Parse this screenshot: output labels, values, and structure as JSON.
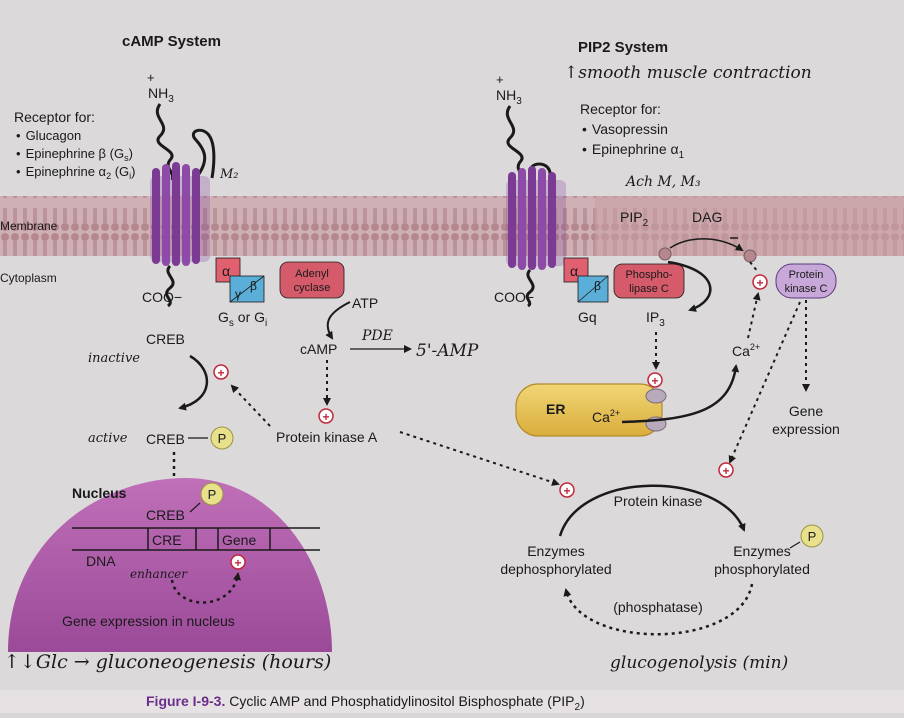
{
  "camp_system": {
    "title": "cAMP System",
    "nh3_plus": "+",
    "nh3": "NH",
    "nh3_sub": "3",
    "receptor_for": "Receptor for:",
    "receptors": [
      {
        "bullet": "•",
        "text": "Glucagon",
        "sub": ""
      },
      {
        "bullet": "•",
        "text": "Epinephrine β (G",
        "sub": "s",
        "tail": ")"
      },
      {
        "bullet": "•",
        "text": "Epinephrine α",
        "sub": "2",
        "tail": " (G",
        "sub2": "i",
        "tail2": ")"
      }
    ],
    "membrane_label": "Membrane",
    "cytoplasm_label": "Cytoplasm",
    "coo": "COO−",
    "alpha": "α",
    "beta": "β",
    "gamma": "γ",
    "g_label": "G",
    "g_s": "s",
    "g_or": " or G",
    "g_i": "i",
    "adenyl_cyclase": [
      "Adenyl",
      "cyclase"
    ],
    "atp": "ATP",
    "camp": "cAMP",
    "creb": "CREB",
    "creb_active": "CREB",
    "p": "P",
    "plus": "+",
    "protein_kinase_a": "Protein kinase A",
    "nucleus": "Nucleus",
    "creb_nucleus": "CREB",
    "cre": "CRE",
    "gene": "Gene",
    "dna": "DNA",
    "gene_expression_nucleus": "Gene expression in nucleus"
  },
  "pip2_system": {
    "title": "PIP2 System",
    "nh3_plus": "+",
    "nh3": "NH",
    "nh3_sub": "3",
    "receptor_for": "Receptor for:",
    "receptors": [
      {
        "bullet": "•",
        "text": "Vasopressin",
        "sub": ""
      },
      {
        "bullet": "•",
        "text": "Epinephrine α",
        "sub": "1"
      }
    ],
    "pip": "PIP",
    "pip_sub": "2",
    "dag": "DAG",
    "coo": "COO−",
    "alpha": "α",
    "beta": "β",
    "gq": "Gq",
    "phospholipase_c": [
      "Phospho-",
      "lipase C"
    ],
    "ip3": "IP",
    "ip3_sub": "3",
    "ca": "Ca",
    "ca_sup": "2+",
    "er": "ER",
    "protein_kinase_c": [
      "Protein",
      "kinase C"
    ],
    "gene_expression": [
      "Gene",
      "expression"
    ],
    "protein_kinase": "Protein kinase",
    "enzymes_dephos": [
      "Enzymes",
      "dephosphorylated"
    ],
    "enzymes_phos": [
      "Enzymes",
      "phosphorylated"
    ],
    "phosphatase": "(phosphatase)"
  },
  "handwritten": {
    "m2": "M₂",
    "smooth_muscle": "↑smooth muscle contraction",
    "ach": "Ach M, M₃",
    "pde": "PDE",
    "five_amp": "5'-AMP",
    "inactive": "inactive",
    "active": "active",
    "enhancer": "enhancer",
    "gluconeogenesis": "↑↓Glc → gluconeogenesis (hours)",
    "glycogenolysis": "glucogenolysis (min)"
  },
  "caption": {
    "label": "Figure I-9-3.",
    "text": " Cyclic AMP and Phosphatidylinositol Bisphosphate (PIP",
    "sub": "2",
    "close": ")"
  },
  "colors": {
    "background": "#d9d6d8",
    "membrane": "#c49ca0",
    "receptor": "#7b3a94",
    "alpha": "#e06070",
    "beta": "#5aaed8",
    "adenyl": "#d55a6a",
    "nucleus": "#b25aa8",
    "er": "#e8c35a",
    "pkc": "#c8a8d8",
    "p_circle": "#e8e08a",
    "plus_circle": "#c0283c",
    "caption": "#6a2e8a"
  }
}
